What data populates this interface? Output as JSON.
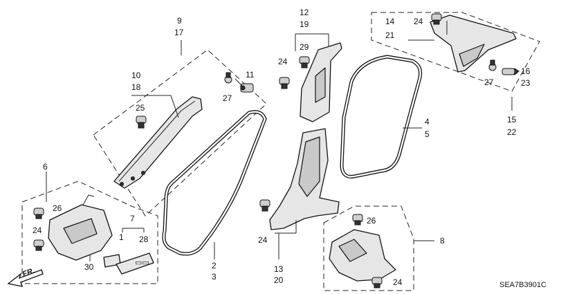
{
  "diagram": {
    "code": "SEA7B3901C",
    "direction_label": "FR.",
    "callouts": {
      "c1": "1",
      "c2": "2",
      "c3": "3",
      "c4": "4",
      "c5": "5",
      "c6": "6",
      "c7": "7",
      "c8": "8",
      "c9": "9",
      "c17": "17",
      "c10": "10",
      "c18": "18",
      "c11": "11",
      "c12": "12",
      "c19": "19",
      "c13": "13",
      "c20": "20",
      "c14": "14",
      "c21": "21",
      "c15": "15",
      "c22": "22",
      "c16": "16",
      "c23": "23",
      "c24a": "24",
      "c24b": "24",
      "c24c": "24",
      "c24d": "24",
      "c24e": "24",
      "c25": "25",
      "c26a": "26",
      "c26b": "26",
      "c27a": "27",
      "c27b": "27",
      "c28": "28",
      "c29": "29",
      "c30": "30"
    }
  }
}
